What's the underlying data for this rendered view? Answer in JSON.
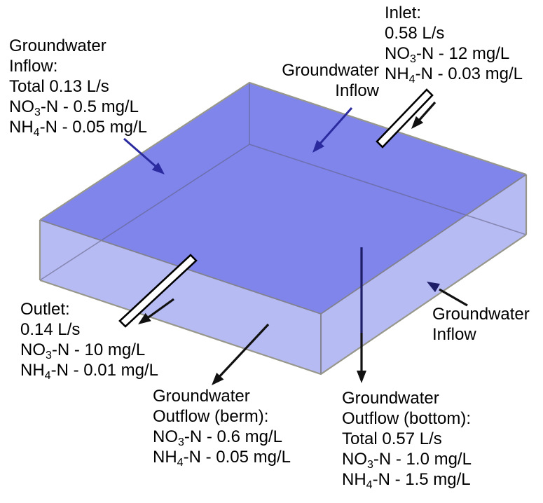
{
  "diagram": {
    "colors": {
      "basin_top_face": "#8085ec",
      "basin_side_face": "#b7bbf3",
      "basin_edge": "#97978b",
      "basin_inner_edge": "#81818f",
      "basin_through_edge": "#5f5f7d",
      "inflow_arrow_navy": "#2b2b9f",
      "arrow_black": "#111111",
      "through_water_arrow": "#1d1d68",
      "pipe_fill": "#ffffff",
      "pipe_outline": "#000000",
      "text": "#000000"
    }
  },
  "annotations": {
    "gw_inflow_left": {
      "lines": [
        [
          "Groundwater"
        ],
        [
          "Inflow:"
        ],
        [
          "Total 0.13 L/s"
        ],
        [
          "NO",
          {
            "sub": "3"
          },
          "-N - 0.5 mg/L"
        ],
        [
          "NH",
          {
            "sub": "4"
          },
          "-N - 0.05 mg/L"
        ]
      ]
    },
    "inlet": {
      "lines": [
        [
          "Inlet:"
        ],
        [
          "0.58 L/s"
        ],
        [
          "NO",
          {
            "sub": "3"
          },
          "-N - 12 mg/L"
        ],
        [
          "NH",
          {
            "sub": "4"
          },
          "-N - 0.03 mg/L"
        ]
      ]
    },
    "gw_inflow_center": {
      "lines": [
        [
          "Groundwater"
        ],
        [
          "Inflow"
        ]
      ]
    },
    "gw_inflow_right": {
      "lines": [
        [
          "Groundwater"
        ],
        [
          "Inflow"
        ]
      ]
    },
    "outlet": {
      "lines": [
        [
          "Outlet:"
        ],
        [
          "0.14 L/s"
        ],
        [
          "NO",
          {
            "sub": "3"
          },
          "-N - 10 mg/L"
        ],
        [
          "NH",
          {
            "sub": "4"
          },
          "-N - 0.01 mg/L"
        ]
      ]
    },
    "gw_outflow_berm": {
      "lines": [
        [
          "Groundwater"
        ],
        [
          "Outflow (berm):"
        ],
        [
          "NO",
          {
            "sub": "3"
          },
          "-N - 0.6 mg/L"
        ],
        [
          "NH",
          {
            "sub": "4"
          },
          "-N - 0.05 mg/L"
        ]
      ]
    },
    "gw_outflow_bottom": {
      "lines": [
        [
          "Groundwater"
        ],
        [
          "Outflow (bottom):"
        ],
        [
          "Total 0.57 L/s"
        ],
        [
          "NO",
          {
            "sub": "3"
          },
          "-N - 1.0 mg/L"
        ],
        [
          "NH",
          {
            "sub": "4"
          },
          "-N - 1.5 mg/L"
        ]
      ]
    }
  }
}
